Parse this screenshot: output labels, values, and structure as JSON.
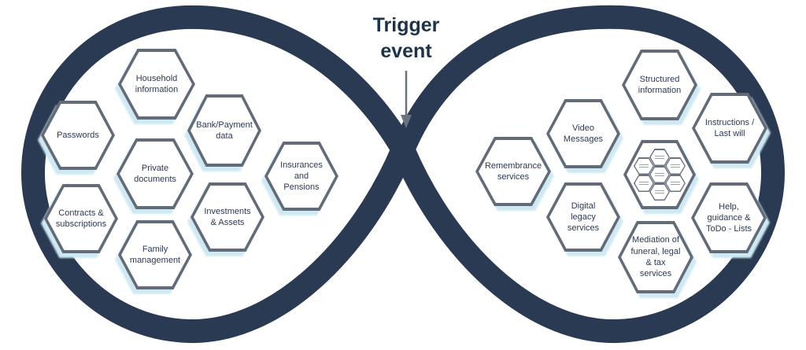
{
  "diagram": {
    "trigger_label": "Trigger event"
  },
  "colors": {
    "ribbon": "#2b3a53",
    "hexagon_border": "#626b77",
    "hexagon_glow": "#cfe9f3",
    "label_text": "#2b3a55",
    "title_text": "#1d3349",
    "arrow": "#6b7380"
  },
  "left": {
    "items": [
      {
        "label": "Household information"
      },
      {
        "label": "Passwords"
      },
      {
        "label": "Bank/Payment data"
      },
      {
        "label": "Private documents"
      },
      {
        "label": "Insurances and Pensions"
      },
      {
        "label": "Contracts & subscriptions"
      },
      {
        "label": "Investments & Assets"
      },
      {
        "label": "Family management"
      }
    ]
  },
  "right": {
    "items": [
      {
        "label": "Structured information"
      },
      {
        "label": "Video Messages"
      },
      {
        "label": "Instructions / Last will"
      },
      {
        "label": "Remembrance services"
      },
      {
        "label": "Digital legacy services"
      },
      {
        "label": "Help, guidance & ToDo - Lists"
      },
      {
        "label": "Mediation of funeral, legal & tax services"
      }
    ]
  }
}
